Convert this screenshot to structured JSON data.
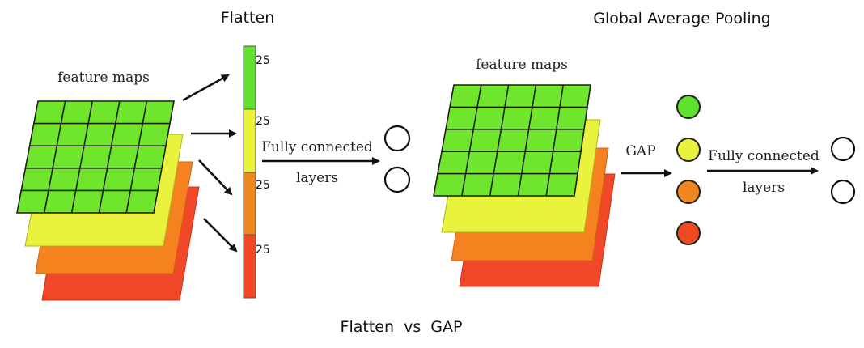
{
  "titles": {
    "flatten": "Flatten",
    "gap": "Global Average Pooling",
    "caption": "Flatten  vs  GAP"
  },
  "flatten_panel": {
    "feature_maps_label": "feature maps",
    "vector_segments": [
      {
        "label": "25",
        "color": "#5ee02e"
      },
      {
        "label": "25",
        "color": "#e9f23c"
      },
      {
        "label": "25",
        "color": "#f0861f"
      },
      {
        "label": "25",
        "color": "#f04a23"
      }
    ],
    "fc_label_line1": "Fully connected",
    "fc_label_line2": "layers"
  },
  "gap_panel": {
    "feature_maps_label": "feature maps",
    "gap_label": "GAP",
    "pooled_circle_colors": [
      "#5ee02e",
      "#e9f23c",
      "#f0861f",
      "#f04a23"
    ],
    "fc_label_line1": "Fully connected",
    "fc_label_line2": "layers"
  },
  "colors": {
    "green": "#6fe52c",
    "yellow": "#e9f23c",
    "orange": "#f5821f",
    "red": "#f2482a",
    "outline": "#1d1d1d"
  }
}
